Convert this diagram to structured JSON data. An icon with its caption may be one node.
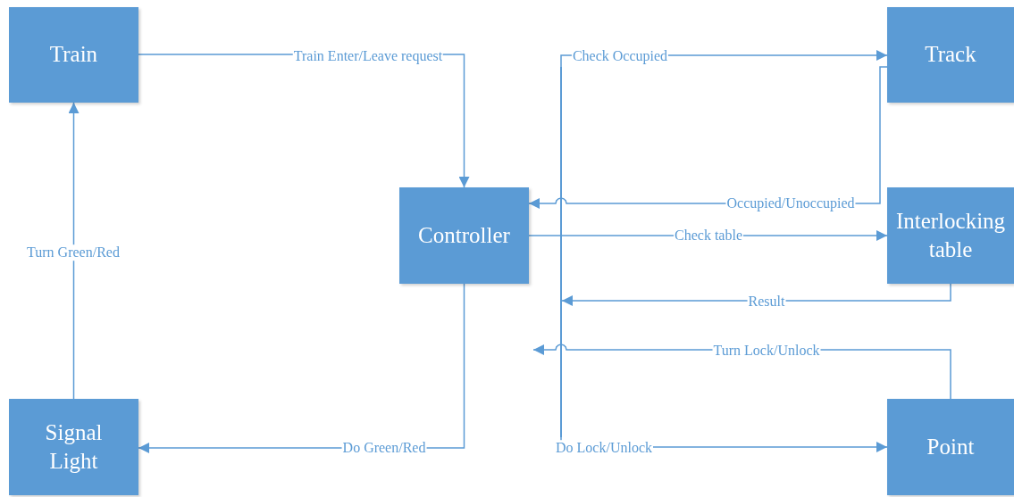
{
  "diagram": {
    "nodes": [
      {
        "text": [
          "Train"
        ]
      },
      {
        "text": [
          "Track"
        ]
      },
      {
        "text": [
          "Controller"
        ]
      },
      {
        "text": [
          "Interlocking table"
        ]
      },
      {
        "text": [
          "Signal Light"
        ]
      },
      {
        "text": [
          "Point"
        ]
      },
      {
        "text": [],
        "shape": "bar"
      }
    ],
    "edges": [
      {
        "from": 0,
        "to": 2,
        "arrow": "to",
        "label": "Train Enter/Leave request"
      },
      {
        "from": 6,
        "to": 1,
        "arrow": "to",
        "label": "Check Occupied"
      },
      {
        "from": 1,
        "to": 2,
        "arrow": "to",
        "label": "Occupied/Unoccupied"
      },
      {
        "from": 2,
        "to": 3,
        "arrow": "to",
        "label": "Check table"
      },
      {
        "from": 3,
        "to": 6,
        "arrow": "to",
        "label": "Result"
      },
      {
        "from": 5,
        "to": null,
        "arrow": "to",
        "label": "Turn Lock/Unlock"
      },
      {
        "from": 6,
        "to": 5,
        "arrow": "to",
        "label": "Do Lock/Unlock"
      },
      {
        "from": 2,
        "to": 4,
        "arrow": "to",
        "label": "Do Green/Red"
      },
      {
        "from": 4,
        "to": 0,
        "arrow": "to",
        "label": "Turn Green/Red"
      }
    ]
  }
}
